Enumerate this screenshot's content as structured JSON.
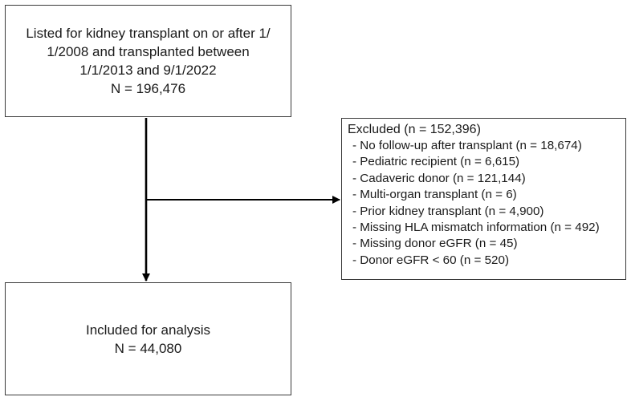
{
  "flowchart": {
    "top_box": {
      "lines": [
        "Listed for kidney transplant on or after 1/",
        "1/2008 and transplanted between",
        "1/1/2013 and 9/1/2022",
        "N = 196,476"
      ]
    },
    "excluded_box": {
      "title": "Excluded (n = 152,396)",
      "items": [
        "No follow-up after transplant (n = 18,674)",
        "Pediatric recipient (n = 6,615)",
        "Cadaveric donor (n = 121,144)",
        "Multi-organ transplant (n = 6)",
        "Prior kidney transplant (n = 4,900)",
        "Missing HLA mismatch information (n = 492)",
        "Missing donor eGFR (n = 45)",
        "Donor eGFR < 60 (n = 520)"
      ]
    },
    "bottom_box": {
      "lines": [
        "Included for analysis",
        "N = 44,080"
      ]
    }
  }
}
